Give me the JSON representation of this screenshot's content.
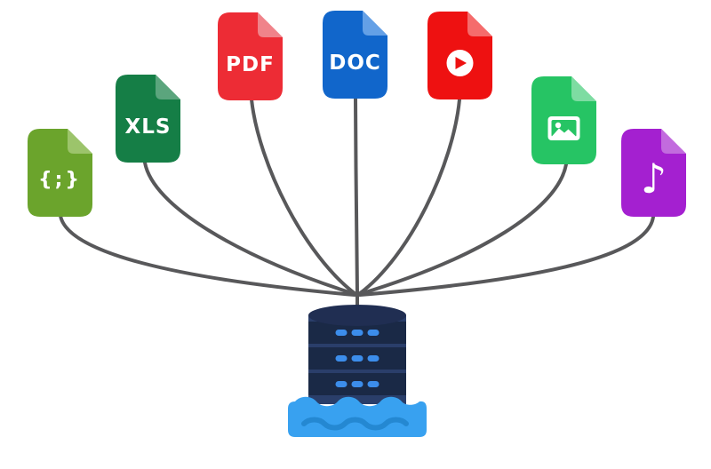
{
  "diagram_name": "file-types-flowing-into-data-lake",
  "background": "#FFFFFF",
  "connectors": {
    "color": "#58585A",
    "count": 7
  },
  "files": [
    {
      "id": "code",
      "label": "{;}",
      "icon": "code-braces-icon",
      "color": "#6BA42C",
      "fold_color": "#9CC46B"
    },
    {
      "id": "spreadsheet",
      "label": "XLS",
      "icon": "xls-file-icon",
      "color": "#157E46",
      "fold_color": "#5BA57D"
    },
    {
      "id": "pdf",
      "label": "PDF",
      "icon": "pdf-file-icon",
      "color": "#ED2C35",
      "fold_color": "#F0838A"
    },
    {
      "id": "doc",
      "label": "DOC",
      "icon": "doc-file-icon",
      "color": "#1166CB",
      "fold_color": "#64A0E6"
    },
    {
      "id": "video",
      "label": "",
      "icon": "play-icon",
      "color": "#EE1111",
      "fold_color": "#F56C6C"
    },
    {
      "id": "image",
      "label": "",
      "icon": "image-icon",
      "color": "#26C464",
      "fold_color": "#7EDCA2"
    },
    {
      "id": "audio",
      "label": "♪",
      "icon": "music-note-icon",
      "color": "#A420D0",
      "fold_color": "#C26BDE"
    }
  ],
  "database": {
    "body_color": "#2A3E6A",
    "section_color": "#1A2946",
    "top_color": "#202E52",
    "dash_color": "#3C8DEB",
    "dash_rows": 3,
    "dashes_per_row": 3
  },
  "water": {
    "color": "#38A1F0",
    "wave_color": "#2488D2"
  }
}
